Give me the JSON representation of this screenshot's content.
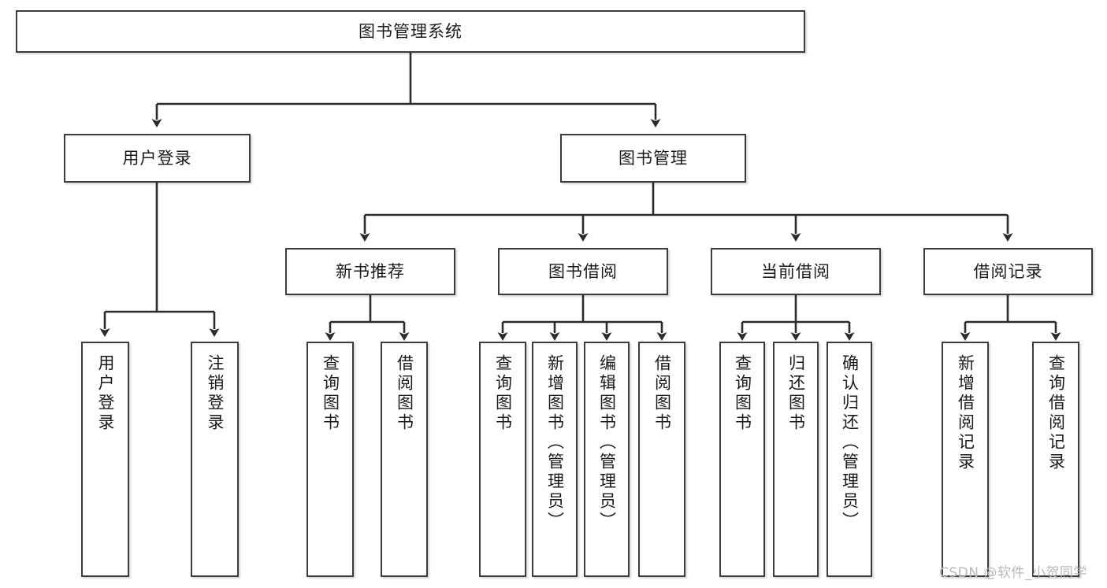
{
  "diagram": {
    "type": "tree-hierarchy",
    "title": "图书管理系统",
    "watermark": "CSDN @软件_小贺同学",
    "colors": {
      "box_border": "#3b3b3b",
      "box_fill": "#ffffff",
      "edge": "#2b2b2b",
      "text": "#1a1a1a",
      "watermark": "#b9b9b9"
    },
    "levels": {
      "root": {
        "label": "图书管理系统"
      },
      "level2": [
        {
          "id": "user-login",
          "label": "用户登录"
        },
        {
          "id": "book-manage",
          "label": "图书管理"
        }
      ],
      "level3": [
        {
          "id": "new-book-recommend",
          "label": "新书推荐",
          "parent": "book-manage"
        },
        {
          "id": "book-borrow",
          "label": "图书借阅",
          "parent": "book-manage"
        },
        {
          "id": "current-borrow",
          "label": "当前借阅",
          "parent": "book-manage"
        },
        {
          "id": "borrow-record",
          "label": "借阅记录",
          "parent": "book-manage"
        }
      ],
      "leaves": [
        {
          "id": "leaf-user-login",
          "label": "用户登录",
          "parent": "user-login"
        },
        {
          "id": "leaf-user-logout",
          "label": "注销登录",
          "parent": "user-login"
        },
        {
          "id": "leaf-query-book-1",
          "label": "查询图书",
          "parent": "new-book-recommend"
        },
        {
          "id": "leaf-borrow-book-1",
          "label": "借阅图书",
          "parent": "new-book-recommend"
        },
        {
          "id": "leaf-query-book-2",
          "label": "查询图书",
          "parent": "book-borrow"
        },
        {
          "id": "leaf-add-book",
          "label": "新增图书（管理员）",
          "parent": "book-borrow"
        },
        {
          "id": "leaf-edit-book",
          "label": "编辑图书（管理员）",
          "parent": "book-borrow"
        },
        {
          "id": "leaf-borrow-book-2",
          "label": "借阅图书",
          "parent": "book-borrow"
        },
        {
          "id": "leaf-query-book-3",
          "label": "查询图书",
          "parent": "current-borrow"
        },
        {
          "id": "leaf-return-book",
          "label": "归还图书",
          "parent": "current-borrow"
        },
        {
          "id": "leaf-confirm-return",
          "label": "确认归还（管理员）",
          "parent": "current-borrow"
        },
        {
          "id": "leaf-add-record",
          "label": "新增借阅记录",
          "parent": "borrow-record"
        },
        {
          "id": "leaf-query-record",
          "label": "查询借阅记录",
          "parent": "borrow-record"
        }
      ]
    }
  }
}
